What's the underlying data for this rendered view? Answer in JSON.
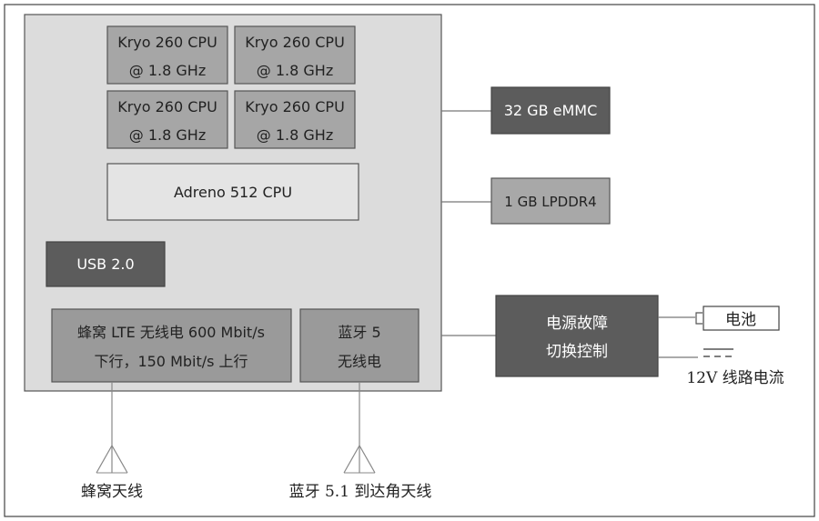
{
  "soc": {
    "cpu_cores": [
      {
        "line1": "Kryo 260 CPU",
        "line2": "@ 1.8 GHz"
      },
      {
        "line1": "Kryo 260 CPU",
        "line2": "@ 1.8 GHz"
      },
      {
        "line1": "Kryo 260 CPU",
        "line2": "@ 1.8 GHz"
      },
      {
        "line1": "Kryo 260 CPU",
        "line2": "@ 1.8 GHz"
      }
    ],
    "gpu": "Adreno 512 CPU",
    "usb": "USB 2.0",
    "lte": {
      "line1": "蜂窝 LTE 无线电 600 Mbit/s",
      "line2": "下行，150 Mbit/s 上行"
    },
    "bluetooth": {
      "line1": "蓝牙 5",
      "line2": "无线电"
    }
  },
  "storage": "32 GB eMMC",
  "ram": "1 GB LPDDR4",
  "power": {
    "line1": "电源故障",
    "line2": "切换控制",
    "battery": "电池",
    "line_current": "12V 线路电流"
  },
  "antennas": {
    "cellular": "蜂窝天线",
    "bluetooth": "蓝牙 5.1 到达角天线"
  },
  "colors": {
    "soc_fill": "#dcdcdc",
    "cpu_fill": "#a6a6a6",
    "gpu_fill": "#e4e4e4",
    "dark_fill": "#5c5c5c",
    "mid_fill": "#9a9a9a",
    "ram_fill": "#a8a8a8",
    "stroke": "#555555",
    "line": "#777777"
  }
}
